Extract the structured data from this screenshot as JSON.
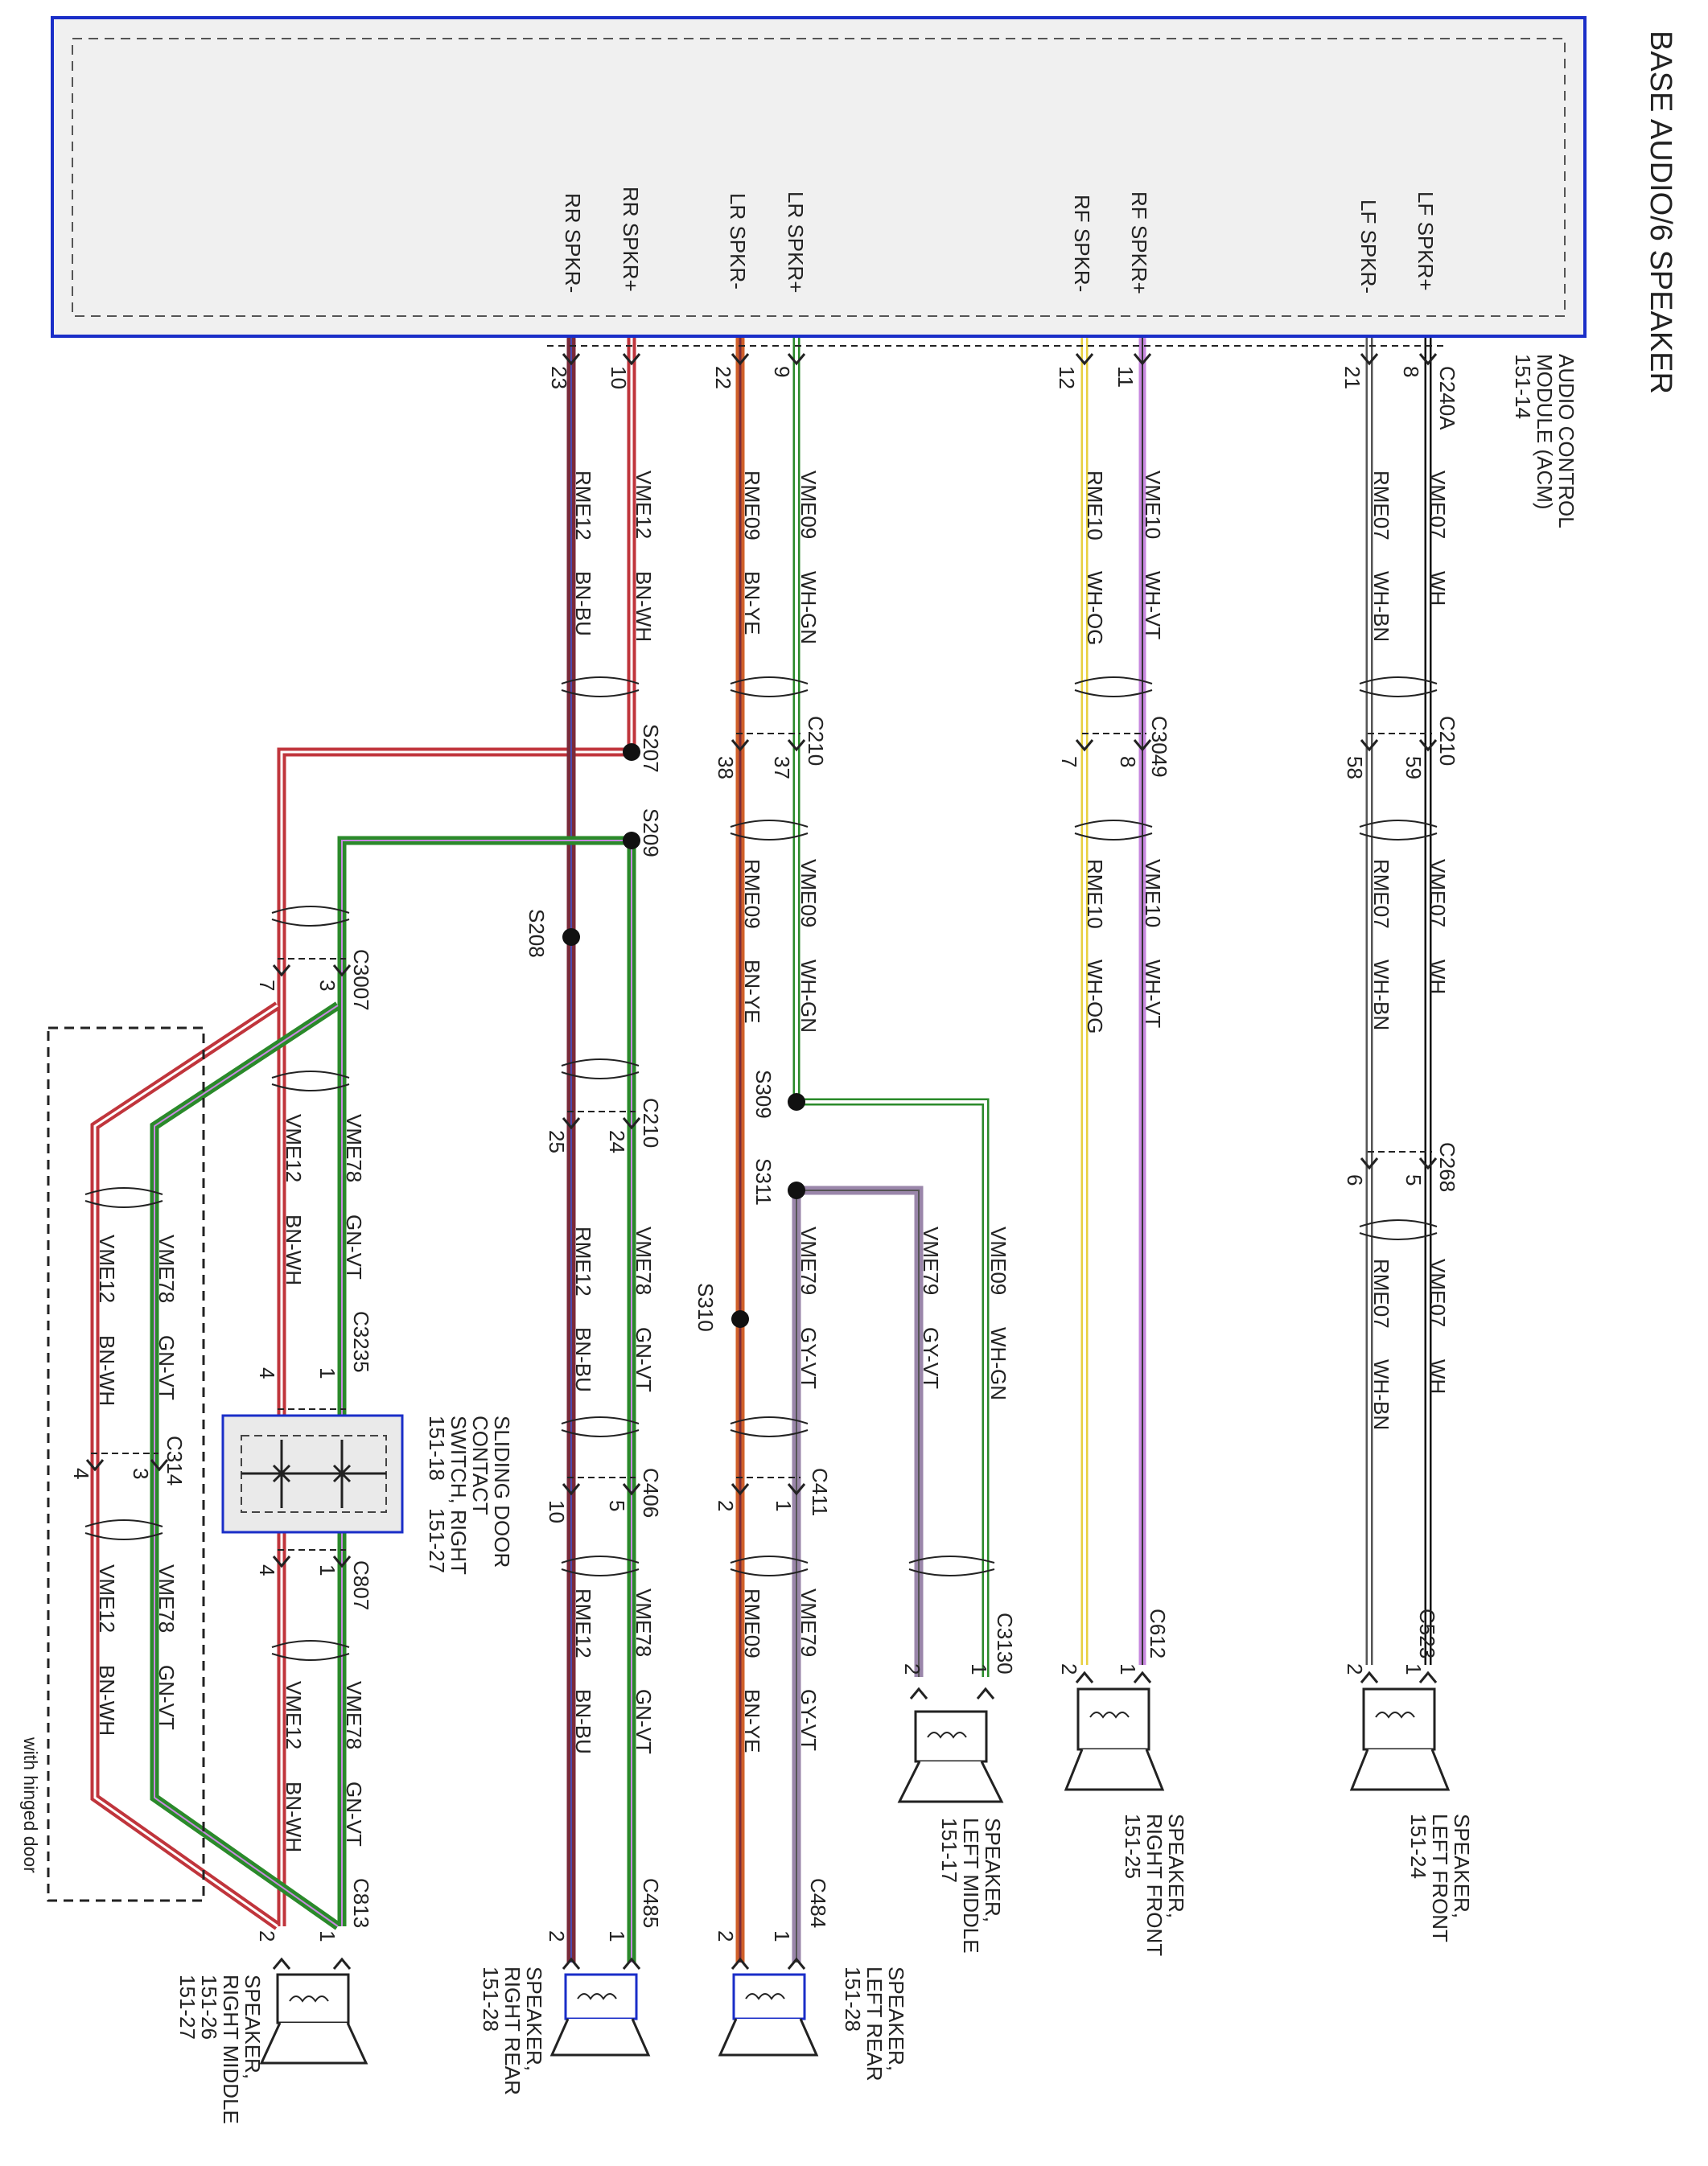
{
  "title": "BASE AUDIO/6 SPEAKER",
  "module": {
    "name": "AUDIO CONTROL",
    "name_2": "MODULE (ACM)",
    "ref": "151-14",
    "connector": "C240A",
    "pins": [
      {
        "label": "LF SPKR+",
        "num": "8"
      },
      {
        "label": "LF SPKR-",
        "num": "21"
      },
      {
        "label": "RF SPKR+",
        "num": "11"
      },
      {
        "label": "RF SPKR-",
        "num": "12"
      },
      {
        "label": "LR SPKR+",
        "num": "9"
      },
      {
        "label": "LR SPKR-",
        "num": "22"
      },
      {
        "label": "RR SPKR+",
        "num": "10"
      },
      {
        "label": "RR SPKR-",
        "num": "23"
      }
    ]
  },
  "wires": {
    "lf_pos": {
      "circuit": "VME07",
      "color": "WH"
    },
    "lf_neg": {
      "circuit": "RME07",
      "color": "WH-BN"
    },
    "rf_pos": {
      "circuit": "VME10",
      "color": "WH-VT"
    },
    "rf_neg": {
      "circuit": "RME10",
      "color": "WH-OG"
    },
    "lr_pos": {
      "circuit": "VME09",
      "color": "WH-GN"
    },
    "lr_neg": {
      "circuit": "RME09",
      "color": "BN-YE"
    },
    "rr_pos": {
      "circuit": "VME12",
      "color": "BN-WH"
    },
    "rr_neg": {
      "circuit": "RME12",
      "color": "BN-BU"
    },
    "rr_out": {
      "circuit": "VME78",
      "color": "GN-VT"
    },
    "lr_out": {
      "circuit": "VME79",
      "color": "GY-VT"
    }
  },
  "connectors": {
    "c210": "C210",
    "c210_pins": [
      "59",
      "58",
      "37",
      "38",
      "24",
      "25"
    ],
    "c3049": "C3049",
    "c3049_pins": [
      "8",
      "7"
    ],
    "c268": "C268",
    "c268_pins": [
      "5",
      "6"
    ],
    "c523": "C523",
    "c612": "C612",
    "c3130": "C3130",
    "c411": "C411",
    "c406": "C406",
    "c484": "C484",
    "c485": "C485",
    "c3007": "C3007",
    "c3007_pins": [
      "3",
      "7"
    ],
    "c3235": "C3235",
    "c314": "C314",
    "c807": "C807",
    "c813": "C813",
    "pins_1_2": [
      "1",
      "2"
    ],
    "pins_5_10": [
      "5",
      "10"
    ],
    "pins_1_4": [
      "1",
      "4"
    ],
    "pins_3_4": [
      "3",
      "4"
    ]
  },
  "splices": [
    "S207",
    "S208",
    "S209",
    "S309",
    "S310",
    "S311"
  ],
  "switch": {
    "line1": "SLIDING DOOR",
    "line2": "CONTACT",
    "line3": "SWITCH, RIGHT",
    "ref1": "151-18",
    "ref2": "151-27"
  },
  "speakers": {
    "lf": {
      "line1": "SPEAKER,",
      "line2": "LEFT FRONT",
      "ref": "151-24"
    },
    "rf": {
      "line1": "SPEAKER,",
      "line2": "RIGHT FRONT",
      "ref": "151-25"
    },
    "lm": {
      "line1": "SPEAKER,",
      "line2": "LEFT MIDDLE",
      "ref": "151-17"
    },
    "lr": {
      "line1": "SPEAKER,",
      "line2": "LEFT REAR",
      "ref": "151-28"
    },
    "rr": {
      "line1": "SPEAKER,",
      "line2": "RIGHT REAR",
      "ref": "151-28"
    },
    "rm": {
      "line1": "SPEAKER,",
      "line2": "RIGHT MIDDLE",
      "ref1": "151-26",
      "ref2": "151-27"
    }
  },
  "notes": {
    "hinged": "with hinged door"
  },
  "colors": {
    "frame": "#1a2ec8",
    "wire_red": "#c0353c",
    "wire_green": "#2a8a2a",
    "wire_brown": "#7a2a3a",
    "wire_orange": "#d0602a",
    "wire_gray": "#9a86aa",
    "wire_violet": "#c888e0",
    "wire_yellow": "#e8d040"
  }
}
